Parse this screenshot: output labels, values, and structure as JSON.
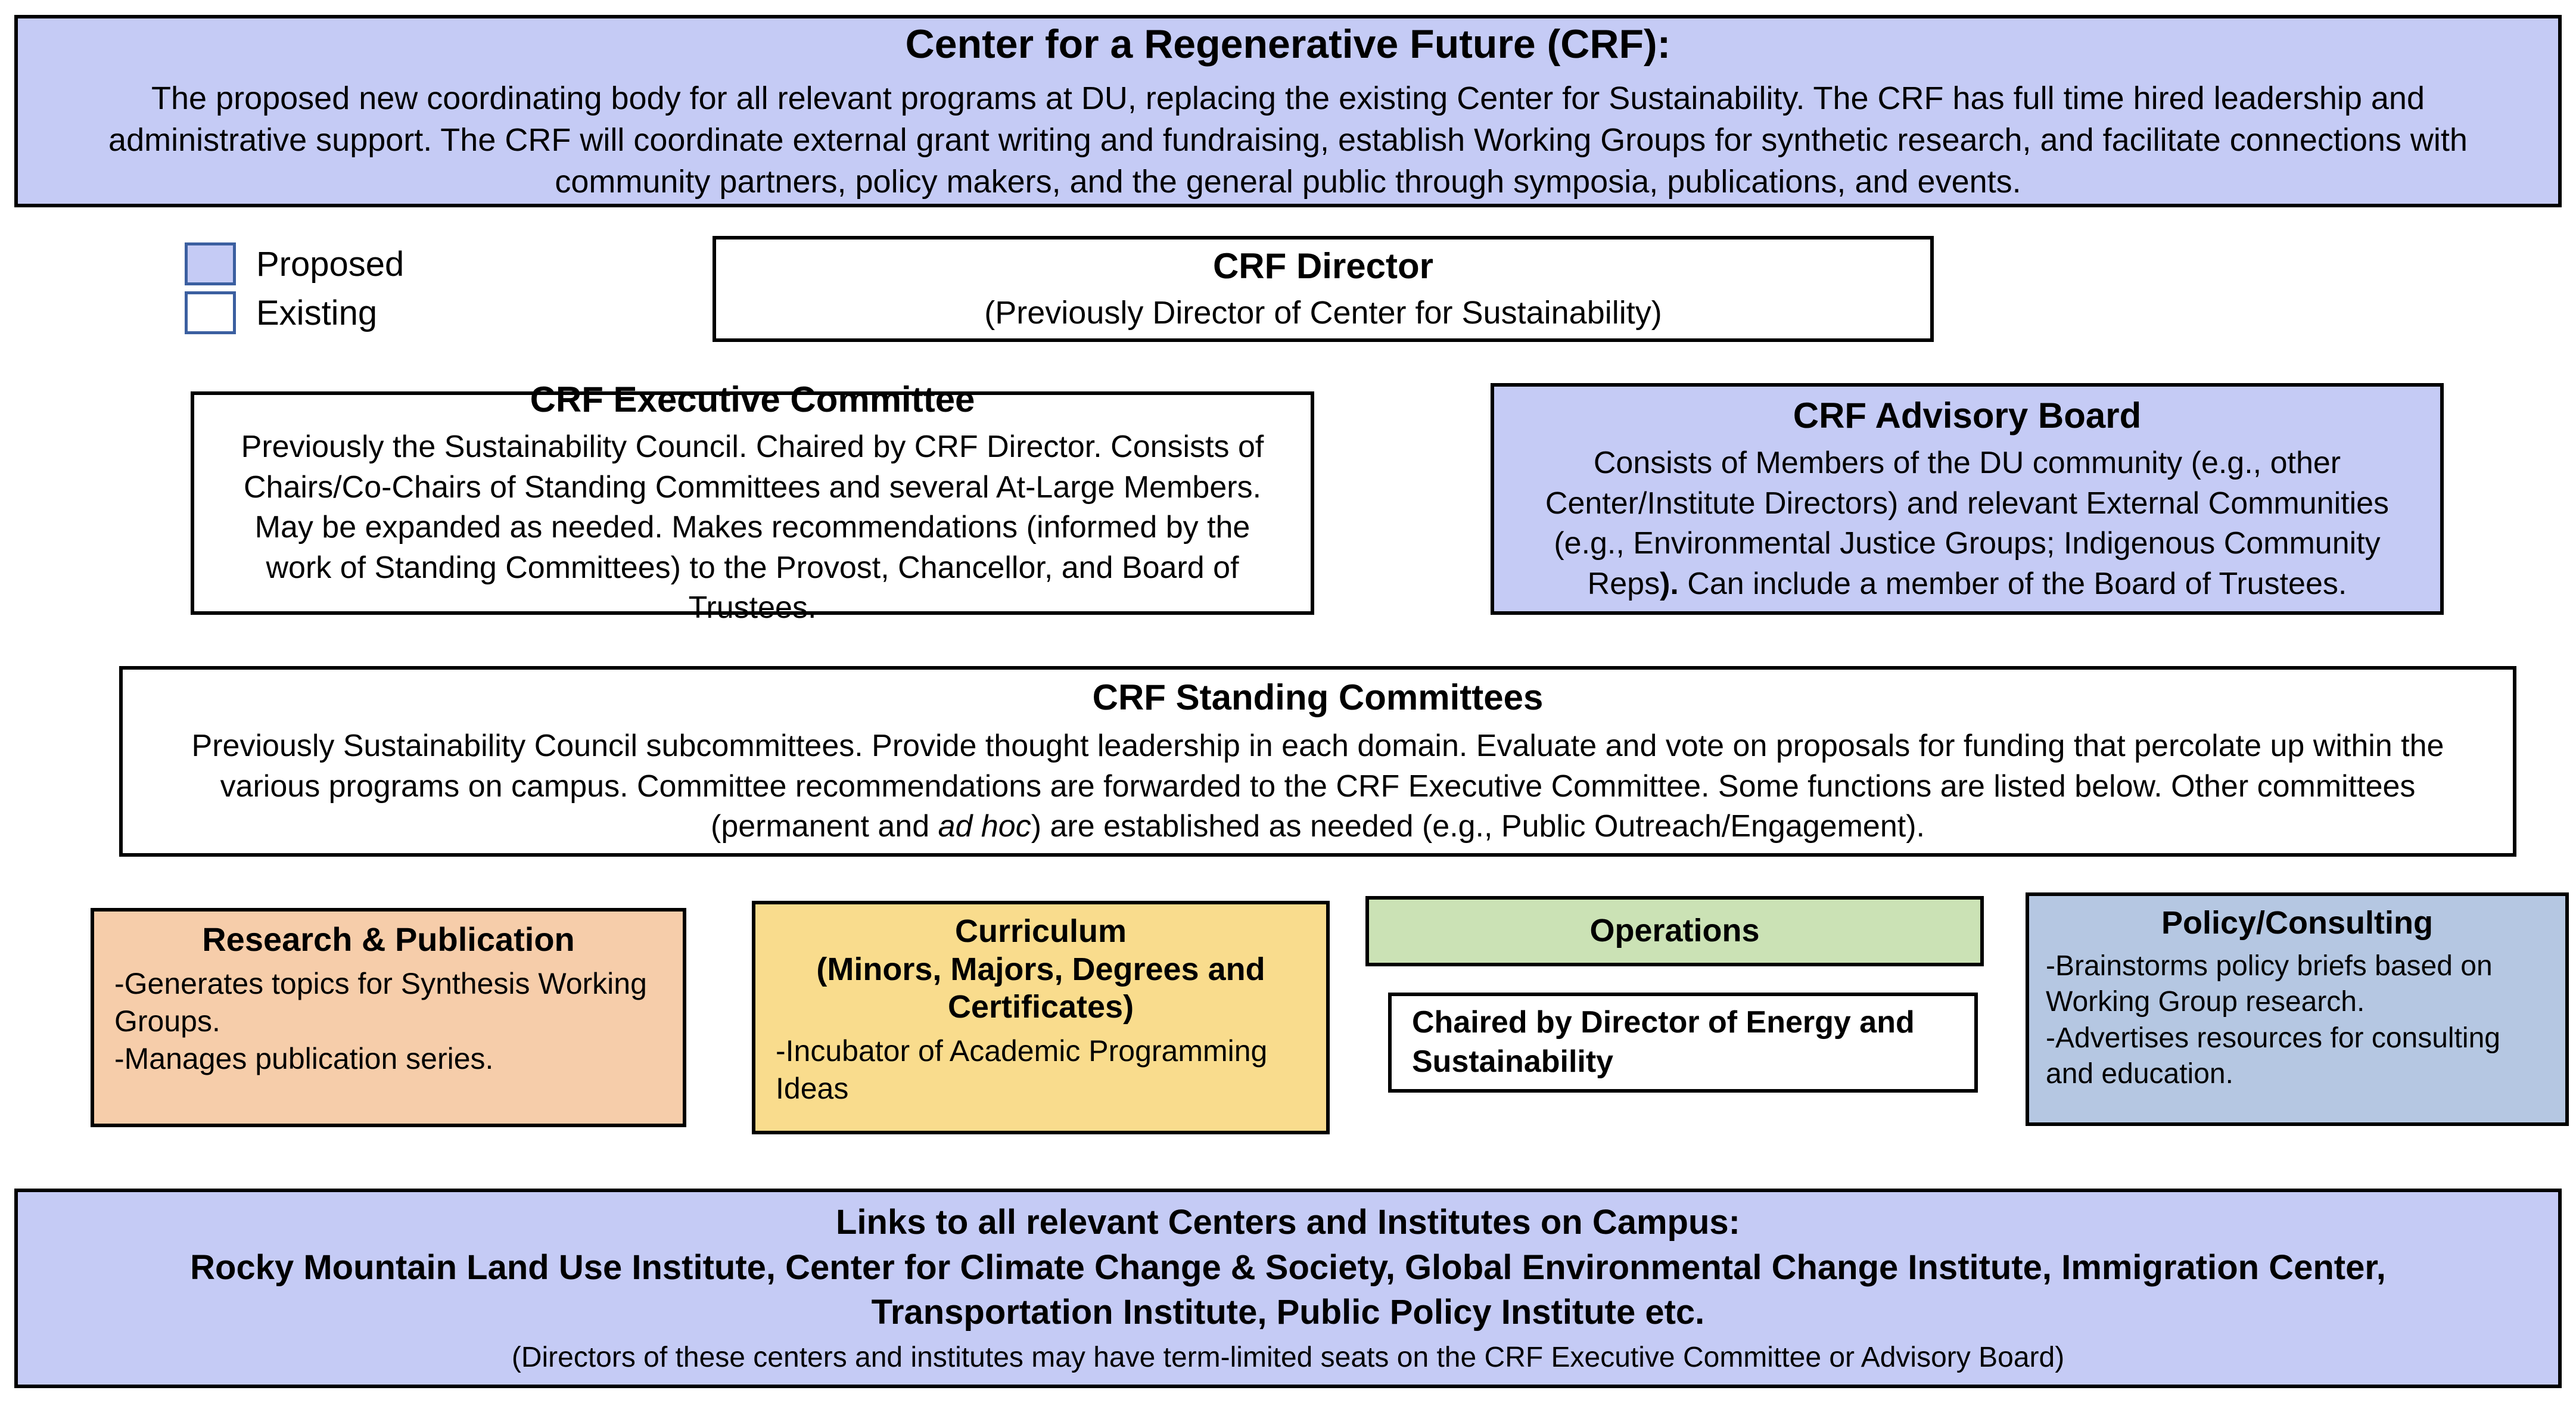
{
  "colors": {
    "proposed_fill": "#C5CBF5",
    "existing_fill": "#FFFFFF",
    "research_fill": "#F6CDAA",
    "curriculum_fill": "#F9DC8D",
    "operations_fill": "#CBE2B5",
    "policy_fill": "#B5C7E2",
    "outline": "#000000",
    "legend_swatch_border": "#3B5FA0"
  },
  "crf_main": {
    "title": "Center for a Regenerative Future (CRF):",
    "body": "The proposed new coordinating body for all relevant programs at DU, replacing the existing Center for Sustainability. The CRF has full time hired leadership and administrative support. The CRF will coordinate external grant writing and fundraising, establish Working Groups for synthetic research, and facilitate connections with community partners, policy makers, and the general public through symposia, publications, and events."
  },
  "legend": {
    "items": [
      {
        "label": "Proposed",
        "swatch": "proposed-swatch"
      },
      {
        "label": "Existing",
        "swatch": "existing-swatch"
      }
    ]
  },
  "crf_director": {
    "title": "CRF Director",
    "body": "(Previously Director of Center for Sustainability)"
  },
  "crf_exec": {
    "title": "CRF Executive Committee",
    "body": "Previously the Sustainability Council.  Chaired by CRF Director. Consists of Chairs/Co-Chairs of Standing Committees and several At-Large Members. May be expanded as needed.  Makes recommendations (informed by the work of Standing Committees) to the Provost, Chancellor, and Board of Trustees."
  },
  "crf_advisory": {
    "title": "CRF Advisory Board",
    "body_part1": "Consists of Members of the DU community (e.g., other Center/Institute Directors) and relevant External Communities (e.g., Environmental Justice Groups; Indigenous Community Reps",
    "body_bold": ").",
    "body_part2": " Can include a member of the Board of Trustees."
  },
  "crf_standing": {
    "title": "CRF Standing Committees",
    "body_part1": "Previously Sustainability Council subcommittees.  Provide thought leadership in each domain. Evaluate and vote on proposals for funding that percolate up within the various programs on campus. Committee recommendations are forwarded to the CRF Executive Committee. Some functions are listed below. Other committees (permanent and ",
    "body_italic": "ad hoc",
    "body_part2": ") are established as needed (e.g., Public Outreach/Engagement)."
  },
  "committees": {
    "research": {
      "title": "Research & Publication",
      "lines": [
        "-Generates topics for Synthesis Working Groups.",
        "-Manages publication series."
      ]
    },
    "curriculum": {
      "title_line1": "Curriculum",
      "title_line2": "(Minors, Majors, Degrees and",
      "title_line3": "Certificates)",
      "lines": [
        "-Incubator of Academic Programming Ideas"
      ]
    },
    "operations": {
      "title": "Operations",
      "sub_text": "Chaired by Director of Energy and Sustainability"
    },
    "policy": {
      "title": "Policy/Consulting",
      "lines": [
        "-Brainstorms policy briefs based on Working Group research.",
        "-Advertises resources for consulting and education."
      ]
    }
  },
  "crf_links": {
    "line1": "Links to all relevant Centers and Institutes on Campus:",
    "line2": "Rocky Mountain Land Use Institute, Center for Climate Change & Society, Global Environmental Change Institute, Immigration Center,",
    "line3": "Transportation Institute, Public Policy Institute etc.",
    "note": "(Directors of these centers and institutes may have term-limited seats on the CRF Executive Committee or Advisory Board)"
  }
}
